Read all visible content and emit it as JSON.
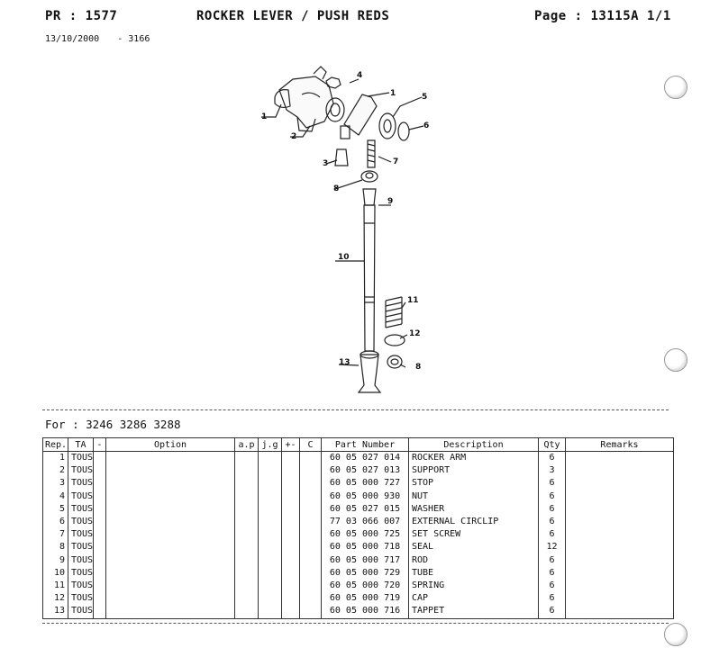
{
  "header": {
    "pr": "PR : 1577",
    "title": "ROCKER LEVER / PUSH REDS",
    "page": "Page : 13115A  1/1",
    "date": "13/10/2000",
    "code": "-  3166"
  },
  "diagram": {
    "callouts": [
      "1",
      "2",
      "3",
      "4",
      "1",
      "5",
      "6",
      "7",
      "8",
      "9",
      "10",
      "11",
      "12",
      "13",
      "8"
    ]
  },
  "for_line": "For   : 3246 3286 3288",
  "table": {
    "headers": [
      "Rep.",
      "TA",
      "-",
      "Option",
      "a.p",
      "j.g",
      "+-",
      "C",
      "Part Number",
      "Description",
      "Qty",
      "Remarks"
    ],
    "rows": [
      {
        "rep": "1",
        "ta": "TOUS",
        "part": "60 05 027 014",
        "desc": "ROCKER ARM",
        "qty": "6"
      },
      {
        "rep": "2",
        "ta": "TOUS",
        "part": "60 05 027 013",
        "desc": "SUPPORT",
        "qty": "3"
      },
      {
        "rep": "3",
        "ta": "TOUS",
        "part": "60 05 000 727",
        "desc": "STOP",
        "qty": "6"
      },
      {
        "rep": "4",
        "ta": "TOUS",
        "part": "60 05 000 930",
        "desc": "NUT",
        "qty": "6"
      },
      {
        "rep": "5",
        "ta": "TOUS",
        "part": "60 05 027 015",
        "desc": "WASHER",
        "qty": "6"
      },
      {
        "rep": "6",
        "ta": "TOUS",
        "part": "77 03 066 007",
        "desc": "EXTERNAL CIRCLIP",
        "qty": "6"
      },
      {
        "rep": "7",
        "ta": "TOUS",
        "part": "60 05 000 725",
        "desc": "SET SCREW",
        "qty": "6"
      },
      {
        "rep": "8",
        "ta": "TOUS",
        "part": "60 05 000 718",
        "desc": "SEAL",
        "qty": "12"
      },
      {
        "rep": "9",
        "ta": "TOUS",
        "part": "60 05 000 717",
        "desc": "ROD",
        "qty": "6"
      },
      {
        "rep": "10",
        "ta": "TOUS",
        "part": "60 05 000 729",
        "desc": "TUBE",
        "qty": "6"
      },
      {
        "rep": "11",
        "ta": "TOUS",
        "part": "60 05 000 720",
        "desc": "SPRING",
        "qty": "6"
      },
      {
        "rep": "12",
        "ta": "TOUS",
        "part": "60 05 000 719",
        "desc": "CAP",
        "qty": "6"
      },
      {
        "rep": "13",
        "ta": "TOUS",
        "part": "60 05 000 716",
        "desc": "TAPPET",
        "qty": "6"
      }
    ]
  }
}
